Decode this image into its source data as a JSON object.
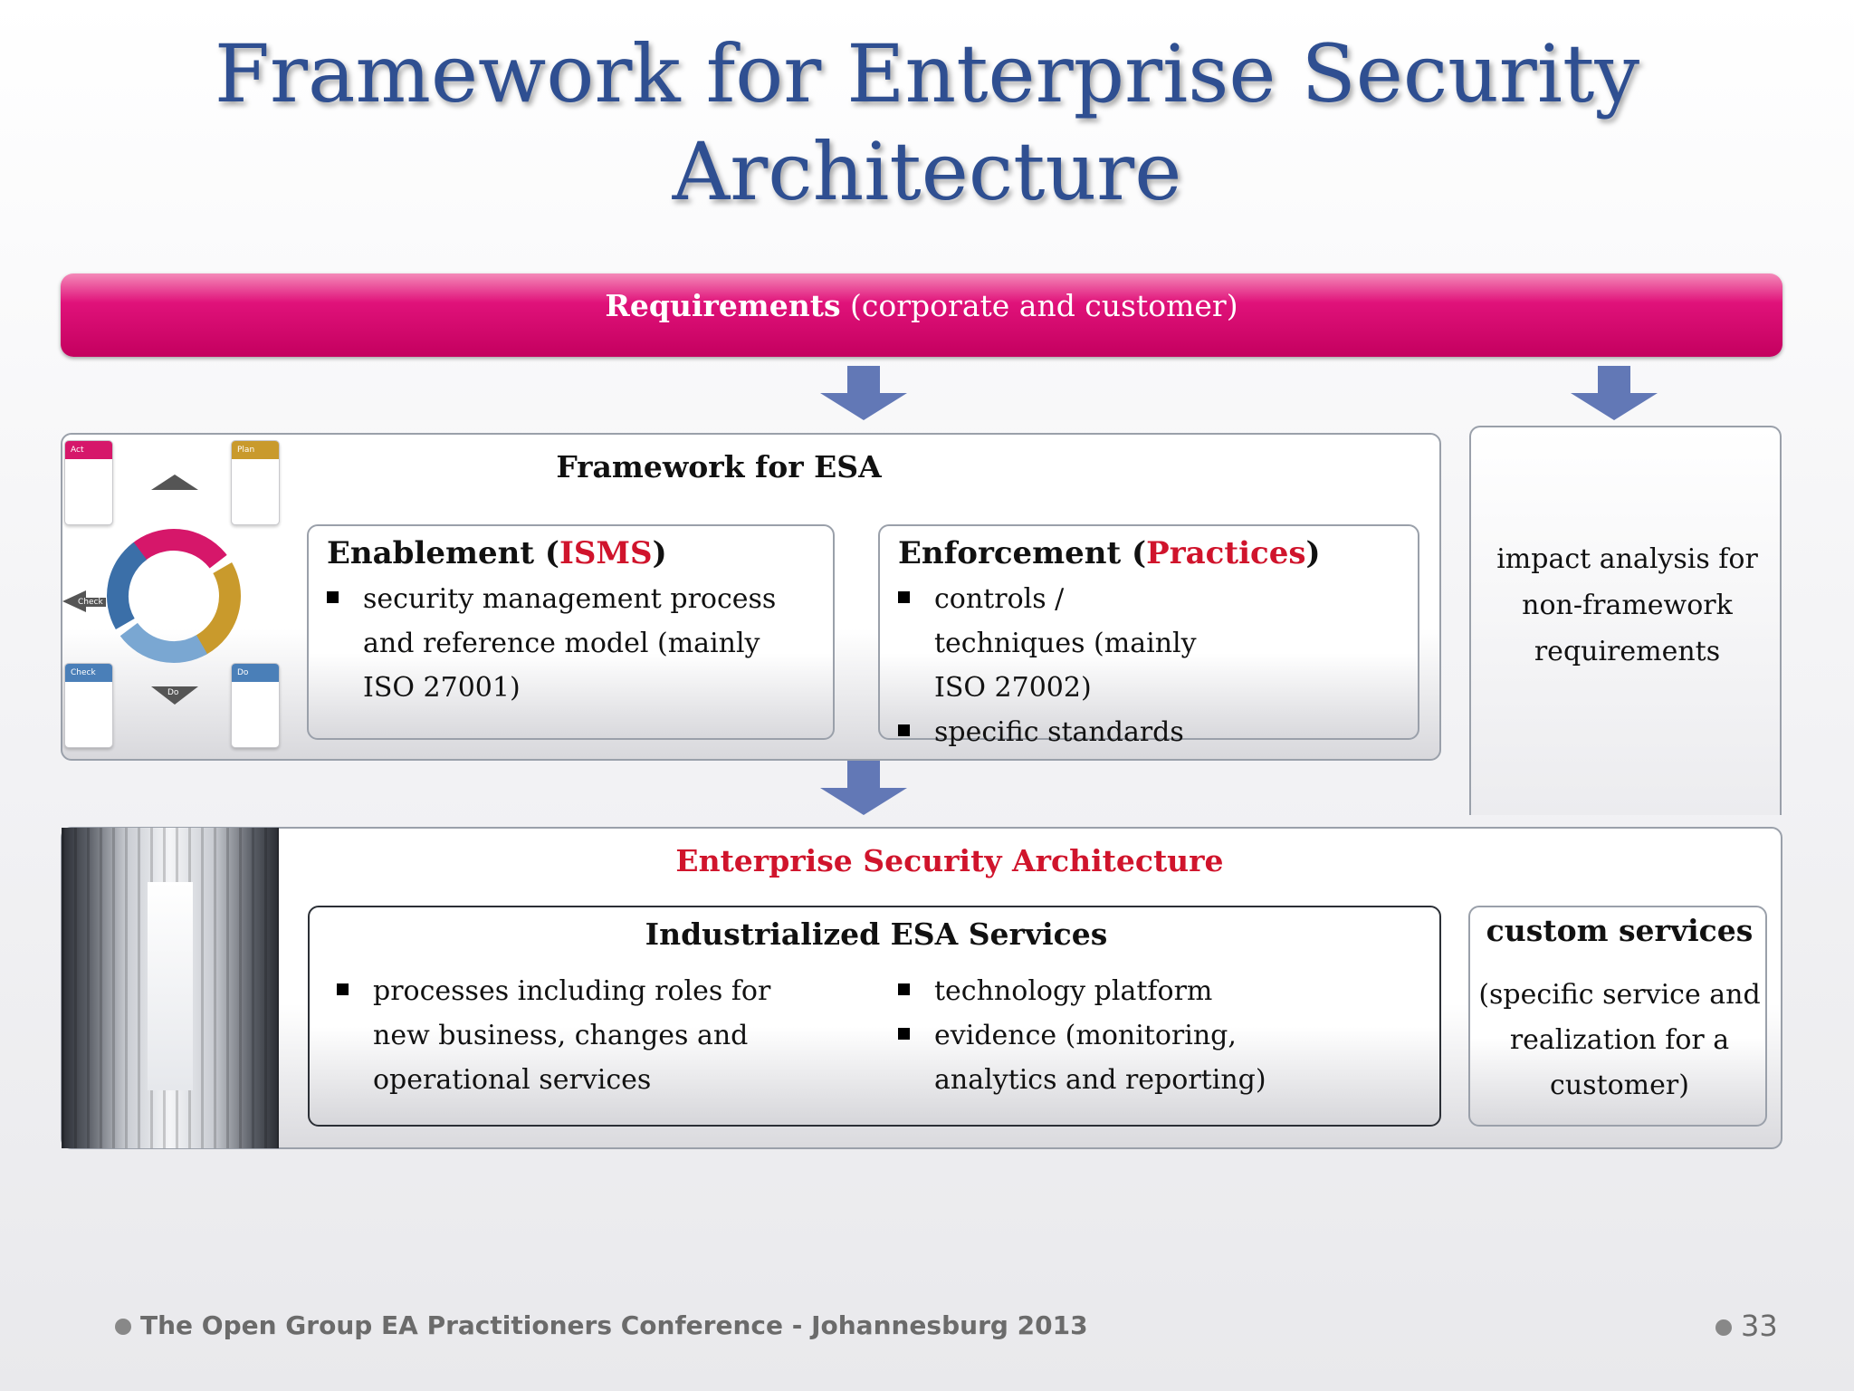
{
  "title": {
    "line1": "Framework for Enterprise Security",
    "line2": "Architecture"
  },
  "requirements": {
    "bold": "Requirements",
    "rest": "(corporate and customer)"
  },
  "framework": {
    "heading": "Framework for ESA",
    "enablement": {
      "label": "Enablement (",
      "highlight": "ISMS",
      "close": ")",
      "bullets": [
        "security management process and reference model (mainly ISO 27001)"
      ]
    },
    "enforcement": {
      "label": "Enforcement (",
      "highlight": "Practices",
      "close": ")",
      "bullets": [
        "controls / techniques (mainly ISO 27002)",
        "specific standards"
      ]
    },
    "cycle": {
      "act": "Act",
      "plan": "Plan",
      "check": "Check",
      "do": "Do"
    }
  },
  "impact": {
    "text_lines": [
      "impact analysis for",
      "non-framework",
      "requirements"
    ]
  },
  "esa": {
    "heading": "Enterprise Security Architecture",
    "industrialized": {
      "heading": "Industrialized ESA Services",
      "left_bullets": [
        "processes  including roles for new business, changes and operational services"
      ],
      "right_bullets": [
        "technology platform",
        "evidence (monitoring, analytics and reporting)"
      ]
    },
    "custom": {
      "heading": "custom services",
      "text_lines": [
        "(specific service and",
        "realization for a",
        "customer)"
      ]
    }
  },
  "footer": {
    "text": "The Open Group EA Practitioners Conference - Johannesburg 2013",
    "page": "33"
  },
  "colors": {
    "title": "#2f4f91",
    "requirements_bar": "#d4006c",
    "highlight_red": "#d0142c",
    "arrow": "#6278b6"
  }
}
